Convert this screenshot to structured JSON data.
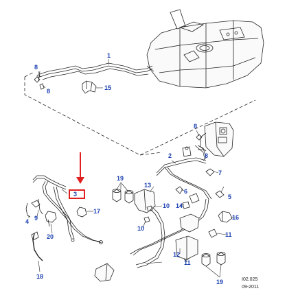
{
  "diagram": {
    "callouts": {
      "c1": "1",
      "c3": "3",
      "c4": "4",
      "c5": "5",
      "c6": "6",
      "c7": "7",
      "c8a": "8",
      "c8b": "8",
      "c8c": "8",
      "c8d": "8",
      "c9": "9",
      "c10a": "10",
      "c10b": "10",
      "c11a": "11",
      "c11b": "11",
      "c12": "12",
      "c13": "13",
      "c14": "14",
      "c15": "15",
      "c16": "16",
      "c17": "17",
      "c18": "18",
      "c19a": "19",
      "c19b": "19",
      "c20": "20"
    },
    "reference_code": "I02.025",
    "reference_date": "09-2011",
    "highlight": {
      "color": "#e02020",
      "target": "3"
    },
    "colors": {
      "callout": "#1a3fb0",
      "line": "#222222"
    }
  }
}
